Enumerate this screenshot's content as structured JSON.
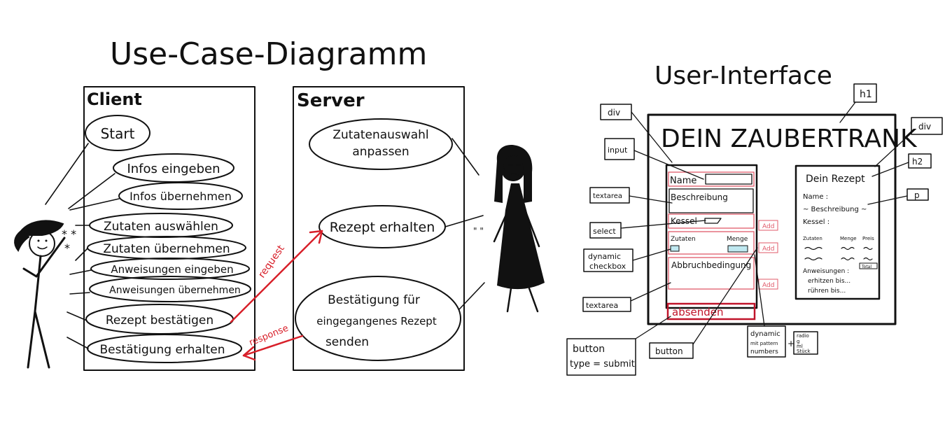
{
  "titles": {
    "left": "Use-Case-Diagramm",
    "right": "User-Interface"
  },
  "use_case": {
    "client_label": "Client",
    "server_label": "Server",
    "client_cases": [
      "Start",
      "Infos eingeben",
      "Infos übernehmen",
      "Zutaten auswählen",
      "Zutaten übernehmen",
      "Anweisungen eingeben",
      "Anweisungen übernehmen",
      "Rezept bestätigen",
      "Bestätigung erhalten"
    ],
    "server_cases": [
      "Zutatenauswahl anpassen",
      "Rezept erhalten",
      "Bestätigung für eingegangenes Rezept senden"
    ],
    "arrows": {
      "request": "request",
      "response": "response"
    },
    "colors": {
      "ink": "#111111",
      "arrow": "#d8202a"
    }
  },
  "ui": {
    "heading": "DEIN ZAUBERTRANK",
    "form": {
      "name_label": "Name",
      "beschreibung": "Beschreibung",
      "kessel": "Kessel",
      "zutaten": "Zutaten",
      "menge": "Menge",
      "abbruch": "Abbruchbedingung",
      "submit": "absenden",
      "add_labels": [
        "Add",
        "Add",
        "Add"
      ]
    },
    "recipe": {
      "title": "Dein Rezept",
      "name": "Name :",
      "beschreibung": "~ Beschreibung ~",
      "kessel": "Kessel :",
      "col_zutaten": "Zutaten",
      "col_menge": "Menge",
      "col_preis": "Preis",
      "total": "Total",
      "anweisungen": "Anweisungen :",
      "step1": "erhitzen bis...",
      "step2": "rühren bis..."
    },
    "annotations": {
      "h1": "h1",
      "div_left": "div",
      "div_right": "div",
      "input": "input",
      "textarea_top": "textarea",
      "select": "select",
      "dynamic_checkbox_1": "dynamic",
      "dynamic_checkbox_2": "checkbox",
      "textarea_bottom": "textarea",
      "h2": "h2",
      "p": "p",
      "button_type_1": "button",
      "button_type_2": "type = submit",
      "button": "button",
      "dynamic_numbers_1": "dynamic",
      "dynamic_numbers_2": "mit pattern",
      "dynamic_numbers_3": "numbers",
      "plus": "+",
      "radio_1": "radio",
      "radio_2": "g",
      "radio_3": "ml",
      "radio_4": "Stück"
    },
    "colors": {
      "form_outline": "#e05a6a",
      "submit": "#c0142a",
      "checkbox_fill": "#bfe8f0"
    }
  }
}
